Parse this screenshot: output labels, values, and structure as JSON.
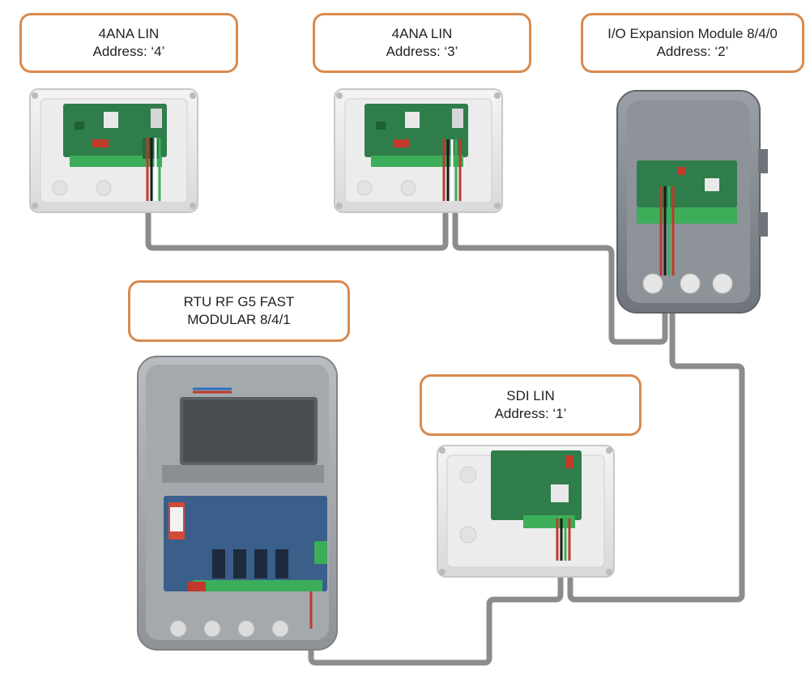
{
  "labels": {
    "ana4": {
      "line1": "4ANA LIN",
      "line2": "Address: ‘4’"
    },
    "ana3": {
      "line1": "4ANA LIN",
      "line2": "Address: ‘3’"
    },
    "io": {
      "line1": "I/O Expansion Module 8/4/0",
      "line2": "Address: ‘2’"
    },
    "rtu": {
      "line1": "RTU RF G5 FAST",
      "line2": "MODULAR 8/4/1"
    },
    "sdi": {
      "line1": "SDI LIN",
      "line2": "Address: ‘1’"
    }
  },
  "colors": {
    "accent": "#d98a4e",
    "cable": "#8c8c8c",
    "pcb": "#2e7d4a",
    "terminal": "#3cae5a",
    "wire_red": "#c0392b",
    "wire_black": "#1a1a1a",
    "rtu_pcb": "#3a5f8a"
  }
}
